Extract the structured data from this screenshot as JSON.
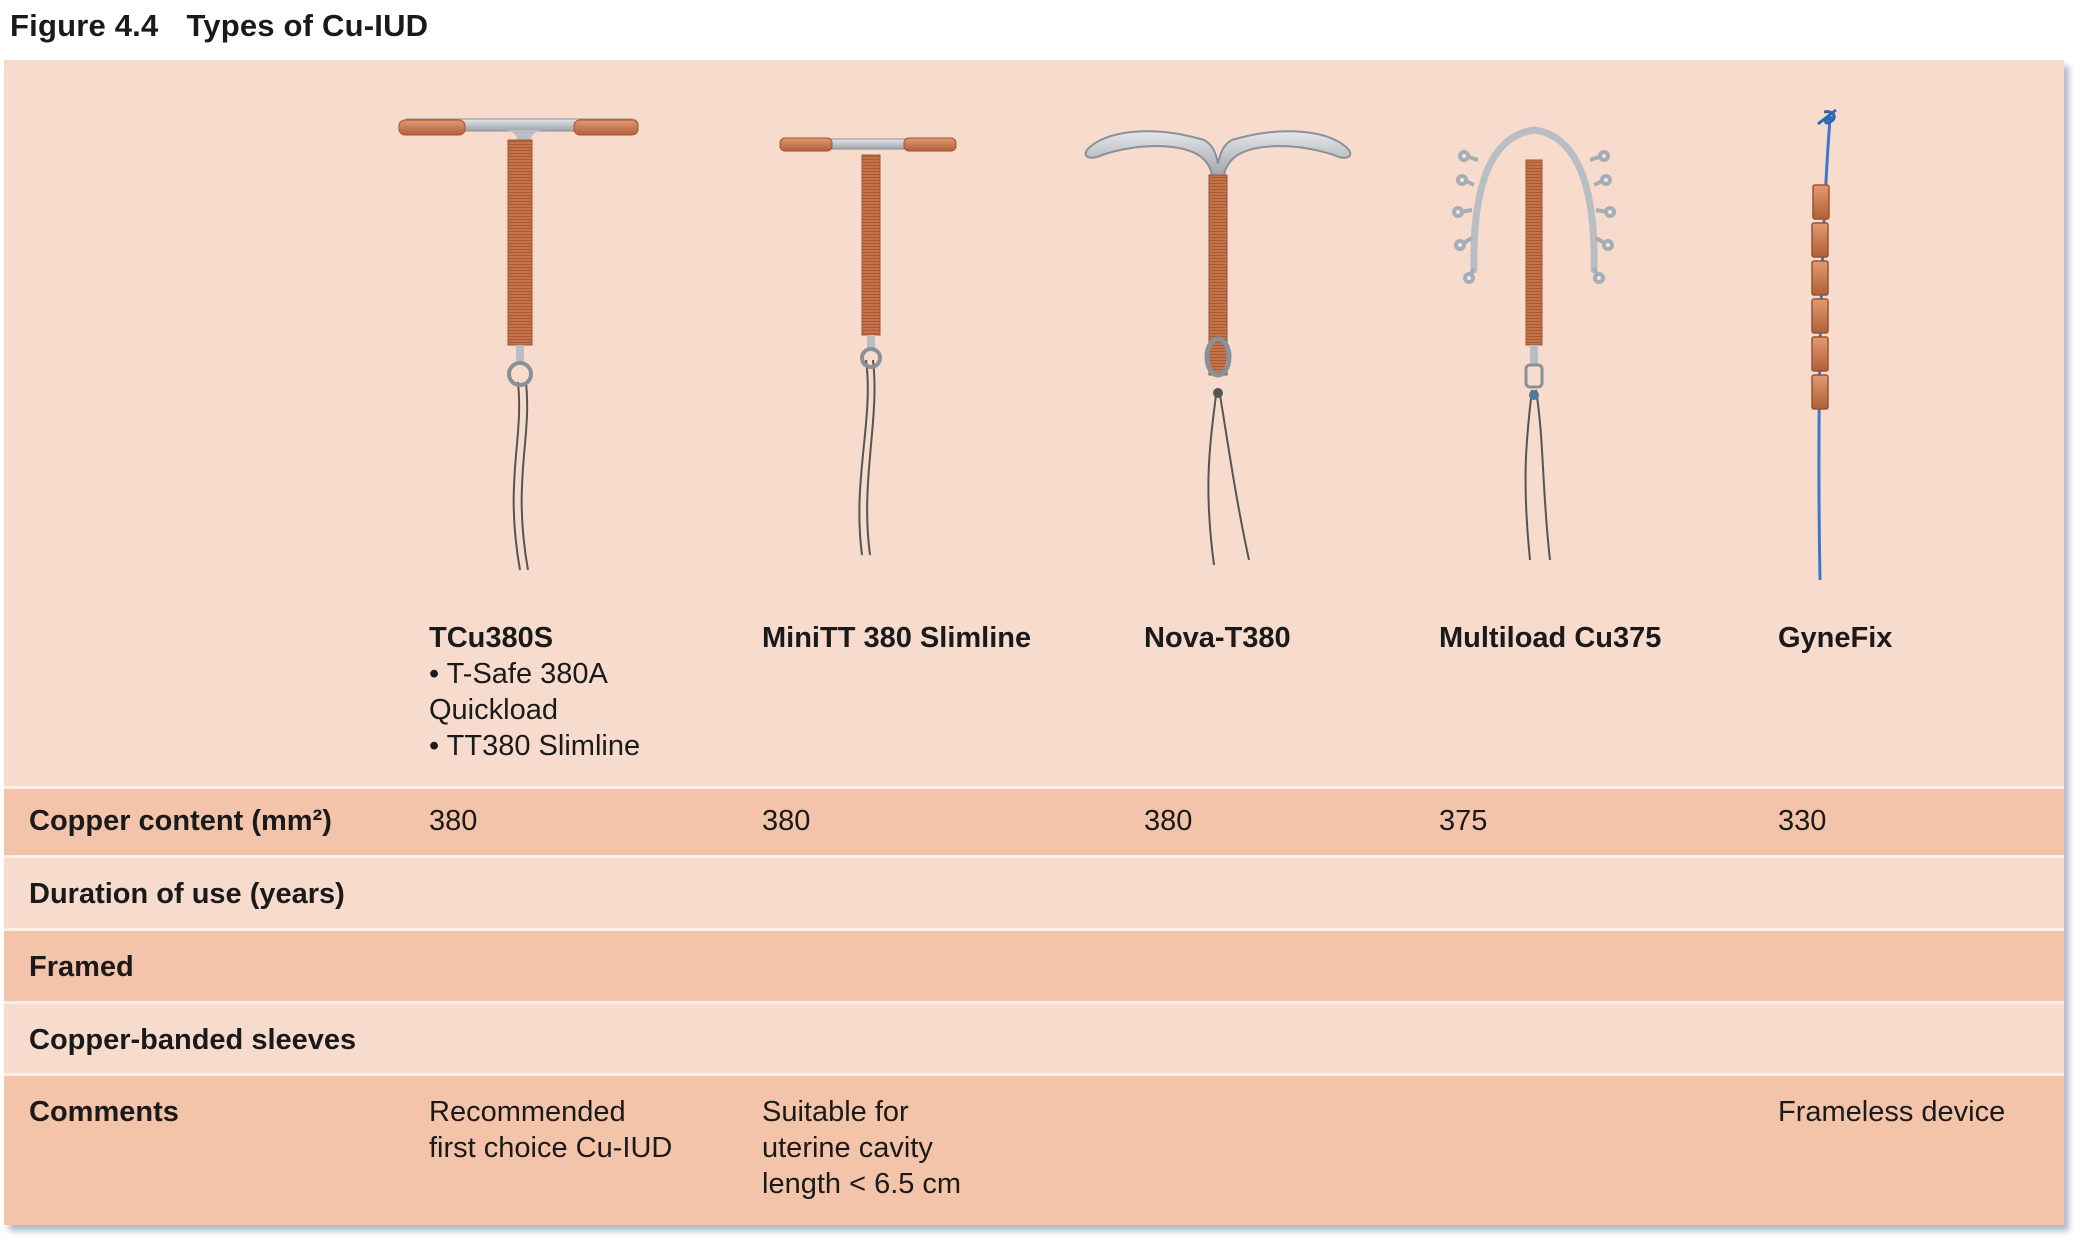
{
  "figure": {
    "number": "Figure 4.4",
    "title": "Types of Cu-IUD"
  },
  "colors": {
    "panel": "#f7dccd",
    "row_dark": "#f4c4aa",
    "copper": "#c7734a",
    "frame": "#b9bec4",
    "gynefix_thread": "#3c78c9"
  },
  "devices": [
    {
      "name": "TCu380S",
      "sub": [
        "• T-Safe 380A",
        "Quickload",
        "• TT380 Slimline"
      ]
    },
    {
      "name": "MiniTT 380 Slimline",
      "sub": []
    },
    {
      "name": "Nova-T380",
      "sub": []
    },
    {
      "name": "Multiload Cu375",
      "sub": []
    },
    {
      "name": "GyneFix",
      "sub": []
    }
  ],
  "rows": [
    {
      "label": "Copper content (mm²)",
      "values": [
        "380",
        "380",
        "380",
        "375",
        "330"
      ]
    },
    {
      "label": "Duration of use (years)",
      "values": [
        "",
        "",
        "",
        "",
        ""
      ]
    },
    {
      "label": "Framed",
      "values": [
        "",
        "",
        "",
        "",
        ""
      ]
    },
    {
      "label": "Copper-banded sleeves",
      "values": [
        "",
        "",
        "",
        "",
        ""
      ]
    },
    {
      "label": "Comments",
      "values": [
        "Recommended\nfirst choice Cu-IUD",
        "Suitable for\nuterine cavity\nlength < 6.5 cm",
        "",
        "",
        "Frameless device"
      ]
    }
  ]
}
